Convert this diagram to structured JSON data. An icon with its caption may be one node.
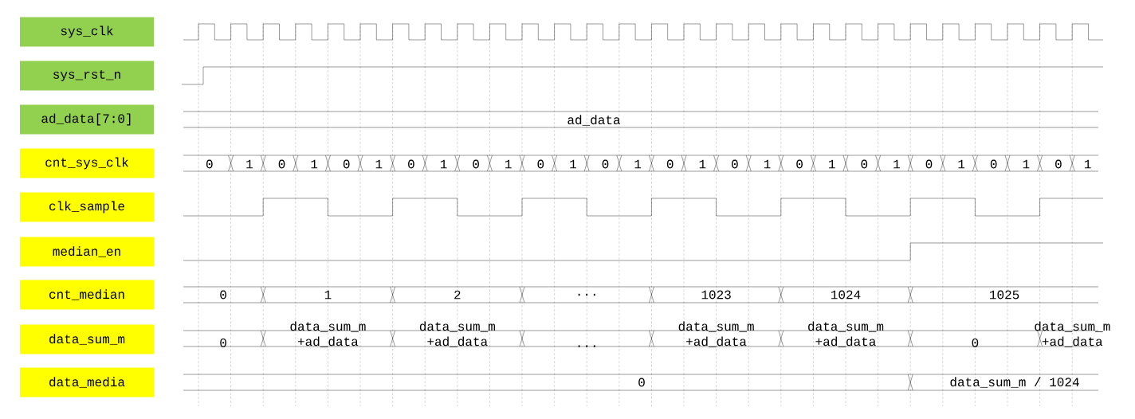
{
  "diagram": {
    "nodes": [
      {
        "text": [
          "sys_clk"
        ]
      },
      {
        "text": [
          "sys_rst_n"
        ]
      },
      {
        "text": [
          "ad_data[7:0]"
        ]
      },
      {
        "text": [
          "cnt_sys_clk"
        ]
      },
      {
        "text": [
          "clk_sample"
        ]
      },
      {
        "text": [
          "median_en"
        ]
      },
      {
        "text": [
          "cnt_median"
        ]
      },
      {
        "text": [
          "data_sum_m"
        ]
      },
      {
        "text": [
          "data_media"
        ]
      }
    ],
    "labels": [
      "ad_data",
      "0",
      "1",
      "0",
      "1",
      "0",
      "1",
      "0",
      "1",
      "0",
      "1",
      "0",
      "1",
      "0",
      "1",
      "0",
      "1",
      "0",
      "1",
      "0",
      "1",
      "0",
      "1",
      "0",
      "1",
      "0",
      "1",
      "0",
      "1",
      "0",
      "1",
      "2",
      "...",
      "1023",
      "1024",
      "1025",
      "0",
      "data_sum_m +ad_data",
      "data_sum_m +ad_data",
      "...",
      "data_sum_m +ad_data",
      "data_sum_m +ad_data",
      "0",
      "data_sum_m +ad_data",
      "0",
      "data_sum_m / 1024"
    ]
  }
}
